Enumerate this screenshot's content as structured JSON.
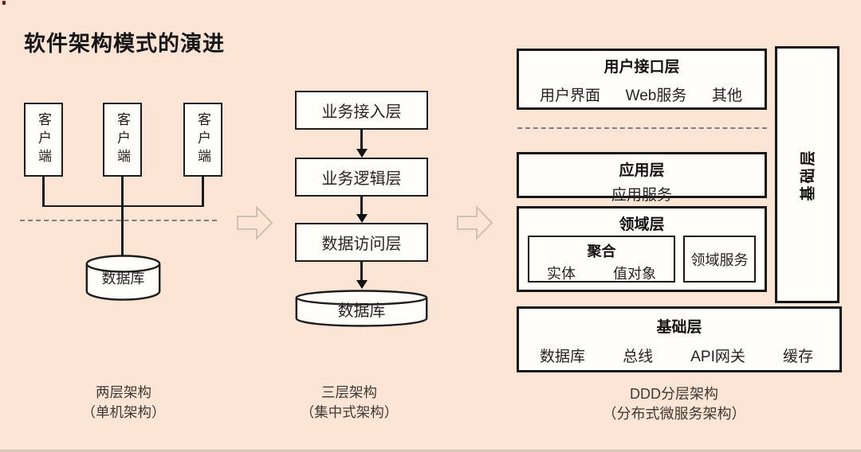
{
  "title": "软件架构模式的演进",
  "colors": {
    "background": "#fce5d4",
    "box_fill": "#fffefb",
    "border": "#1b1b1b",
    "hollow_arrow_outline": "#d2c0b2",
    "dashed_line": "#7f7f7f"
  },
  "arch1": {
    "clients": [
      "客户端",
      "客户端",
      "客户端"
    ],
    "database": "数据库",
    "caption_line1": "两层架构",
    "caption_line2": "（单机架构）"
  },
  "arch2": {
    "layers": [
      "业务接入层",
      "业务逻辑层",
      "数据访问层"
    ],
    "database": "数据库",
    "caption_line1": "三层架构",
    "caption_line2": "（集中式架构）"
  },
  "arch3": {
    "ui": {
      "title": "用户接口层",
      "items": [
        "用户界面",
        "Web服务",
        "其他"
      ]
    },
    "app": {
      "title": "应用层",
      "subtitle": "应用服务"
    },
    "domain": {
      "title": "领域层",
      "aggregate": {
        "title": "聚合",
        "items": [
          "实体",
          "值对象"
        ]
      },
      "service": "领域服务"
    },
    "infra": {
      "title": "基础层",
      "items": [
        "数据库",
        "总线",
        "API网关",
        "缓存"
      ]
    },
    "side_label": "基础层",
    "caption_line1": "DDD分层架构",
    "caption_line2": "（分布式微服务架构）"
  }
}
